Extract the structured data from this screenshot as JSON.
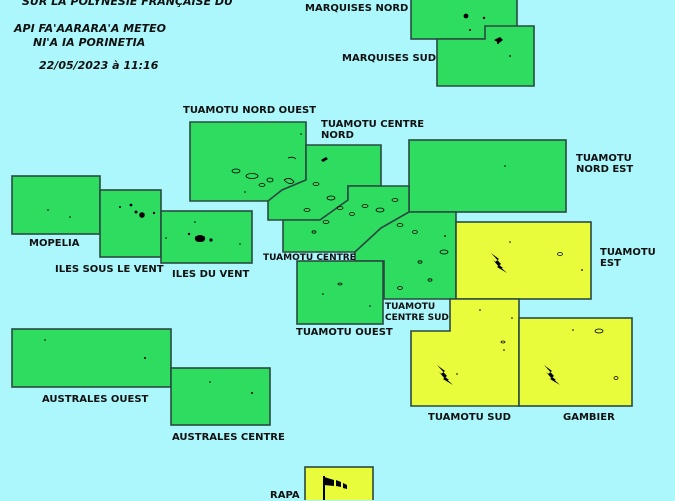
{
  "header": {
    "line1": "SUR LA POLYNÉSIE FRANÇAISE DU",
    "line2": "API FA'AARARA'A METEO",
    "line3": "NI'A IA PORINETIA",
    "datetime": "22/05/2023 à 11:16"
  },
  "colors": {
    "sea": "#abf7fb",
    "green": "#2edd60",
    "yellow": "#e8fc3c",
    "border": "#2a4a40"
  },
  "zones": {
    "marquises_nord": {
      "label": "MARQUISES NORD",
      "level": "green",
      "icon": ""
    },
    "marquises_sud": {
      "label": "MARQUISES SUD",
      "level": "green",
      "icon": ""
    },
    "tuamotu_nord_ouest": {
      "label": "TUAMOTU NORD OUEST",
      "level": "green",
      "icon": ""
    },
    "tuamotu_centre_nord": {
      "label_l1": "TUAMOTU CENTRE",
      "label_l2": "NORD",
      "level": "green",
      "icon": ""
    },
    "tuamotu_nord_est": {
      "label_l1": "TUAMOTU",
      "label_l2": "NORD EST",
      "level": "green",
      "icon": ""
    },
    "mopelia": {
      "label": "MOPELIA",
      "level": "green",
      "icon": ""
    },
    "iles_sous_le_vent": {
      "label": "ILES SOUS LE VENT",
      "level": "green",
      "icon": ""
    },
    "iles_du_vent": {
      "label": "ILES DU VENT",
      "level": "green",
      "icon": ""
    },
    "tuamotu_centre": {
      "label": "TUAMOTU CENTRE",
      "level": "green",
      "icon": ""
    },
    "tuamotu_centre_sud": {
      "label_l1": "TUAMOTU",
      "label_l2": "CENTRE SUD",
      "level": "green",
      "icon": ""
    },
    "tuamotu_est": {
      "label_l1": "TUAMOTU",
      "label_l2": "EST",
      "level": "yellow",
      "icon": "thunderstorm-icon"
    },
    "tuamotu_ouest": {
      "label": "TUAMOTU OUEST",
      "level": "green",
      "icon": ""
    },
    "tuamotu_sud": {
      "label": "TUAMOTU SUD",
      "level": "yellow",
      "icon": "thunderstorm-icon"
    },
    "gambier": {
      "label": "GAMBIER",
      "level": "yellow",
      "icon": "thunderstorm-icon"
    },
    "australes_ouest": {
      "label": "AUSTRALES OUEST",
      "level": "green",
      "icon": ""
    },
    "australes_centre": {
      "label": "AUSTRALES CENTRE",
      "level": "green",
      "icon": ""
    },
    "rapa": {
      "label": "RAPA",
      "level": "yellow",
      "icon": "wind-icon"
    }
  }
}
